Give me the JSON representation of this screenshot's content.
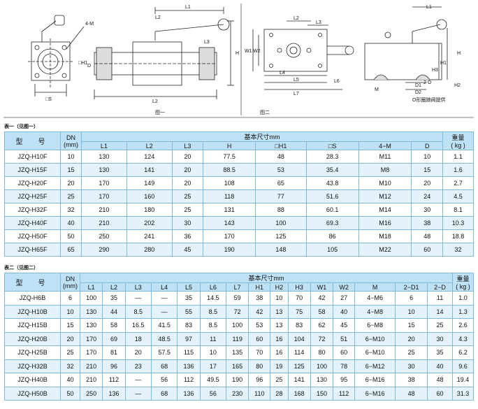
{
  "figure": {
    "caption1": "图一",
    "caption2": "图二",
    "labels1": {
      "m": "4-M",
      "h1": "□H1",
      "s": "□S",
      "d": "D",
      "l1": "L1",
      "l2": "L2",
      "l3": "L3",
      "h": "H"
    },
    "labels2": {
      "l1": "L1",
      "l2": "L2",
      "l3": "L3",
      "l4": "L4",
      "l5": "L5",
      "l6": "L6",
      "l7": "L7",
      "w1": "W1",
      "w2": "W2",
      "h": "H",
      "h1": "H1",
      "h2": "H2",
      "h3": "H3",
      "m": "M",
      "d1": "D1",
      "d2": "D2",
      "ld": "2-D",
      "note": "O形圈随阀提供"
    }
  },
  "table1": {
    "title": "表一（见图一）",
    "model_header": "型　号",
    "dn_header": "DN",
    "dn_unit": "(mm)",
    "dims_header": "基本尺寸mm",
    "weight_header": "重量",
    "weight_unit": "( kg )",
    "dim_cols": [
      "L1",
      "L2",
      "L3",
      "H",
      "□H1",
      "□S",
      "4−M",
      "D"
    ],
    "rows": [
      [
        "JZQ-H10F",
        "10",
        "130",
        "124",
        "20",
        "77.5",
        "48",
        "28.3",
        "M11",
        "10",
        "1.1"
      ],
      [
        "JZQ-H15F",
        "15",
        "130",
        "141",
        "20",
        "88.5",
        "53",
        "35.4",
        "M8",
        "15",
        "1.6"
      ],
      [
        "JZQ-H20F",
        "20",
        "170",
        "149",
        "20",
        "108",
        "65",
        "43.8",
        "M10",
        "20",
        "2.7"
      ],
      [
        "JZQ-H25F",
        "25",
        "170",
        "160",
        "25",
        "118",
        "77",
        "51.6",
        "M12",
        "24",
        "4.5"
      ],
      [
        "JZQ-H32F",
        "32",
        "210",
        "180",
        "25",
        "131",
        "88",
        "60.1",
        "M14",
        "30",
        "8.1"
      ],
      [
        "JZQ-H40F",
        "40",
        "210",
        "202",
        "30",
        "143",
        "100",
        "69.3",
        "M16",
        "38",
        "10.3"
      ],
      [
        "JZQ-H50F",
        "50",
        "250",
        "241",
        "36",
        "170",
        "125",
        "86",
        "M18",
        "48",
        "18.8"
      ],
      [
        "JZQ-H65F",
        "65",
        "290",
        "280",
        "45",
        "190",
        "148",
        "105",
        "M22",
        "60",
        "32"
      ]
    ]
  },
  "table2": {
    "title": "表二（见图二）",
    "model_header": "型　号",
    "dn_header": "DN",
    "dn_unit": "(mm)",
    "dims_header": "基本尺寸mm",
    "weight_header": "重量",
    "weight_unit": "( kg )",
    "dim_cols": [
      "L1",
      "L2",
      "L3",
      "L4",
      "L5",
      "L6",
      "L7",
      "H1",
      "H2",
      "H3",
      "W1",
      "W2",
      "M",
      "2−D1",
      "2−D"
    ],
    "rows": [
      [
        "JZQ-H6B",
        "6",
        "100",
        "35",
        "—",
        "—",
        "35",
        "14.5",
        "59",
        "38",
        "10",
        "70",
        "42",
        "27",
        "4−M6",
        "6",
        "11",
        "1.0"
      ],
      [
        "JZQ-H10B",
        "10",
        "130",
        "44",
        "8.5",
        "—",
        "55",
        "8.5",
        "72",
        "42",
        "13",
        "75",
        "58",
        "40",
        "4−M8",
        "10",
        "14",
        "1.3"
      ],
      [
        "JZQ-H15B",
        "15",
        "130",
        "58",
        "16.5",
        "41.5",
        "83",
        "8.5",
        "100",
        "53",
        "13",
        "83",
        "62",
        "45",
        "6−M8",
        "15",
        "25",
        "2.6"
      ],
      [
        "JZQ-H20B",
        "20",
        "170",
        "69",
        "18",
        "48.5",
        "97",
        "11",
        "119",
        "60",
        "16",
        "104",
        "72",
        "51",
        "6−M10",
        "20",
        "30",
        "4.3"
      ],
      [
        "JZQ-H25B",
        "25",
        "170",
        "81",
        "20",
        "57.5",
        "115",
        "10",
        "135",
        "70",
        "16",
        "114",
        "80",
        "60",
        "6−M10",
        "25",
        "35",
        "6.2"
      ],
      [
        "JZQ-H32B",
        "32",
        "210",
        "96",
        "23",
        "68",
        "136",
        "17",
        "165",
        "80",
        "19",
        "125",
        "100",
        "78",
        "6−M12",
        "30",
        "40",
        "9.6"
      ],
      [
        "JZQ-H40B",
        "40",
        "210",
        "112",
        "—",
        "56",
        "112",
        "49.5",
        "190",
        "96",
        "25",
        "141",
        "130",
        "95",
        "6−M16",
        "38",
        "48",
        "19.4"
      ],
      [
        "JZQ-H50B",
        "50",
        "250",
        "136",
        "—",
        "68",
        "136",
        "56",
        "230",
        "110",
        "28",
        "168",
        "150",
        "112",
        "6−M16",
        "48",
        "60",
        "31.3"
      ]
    ]
  }
}
